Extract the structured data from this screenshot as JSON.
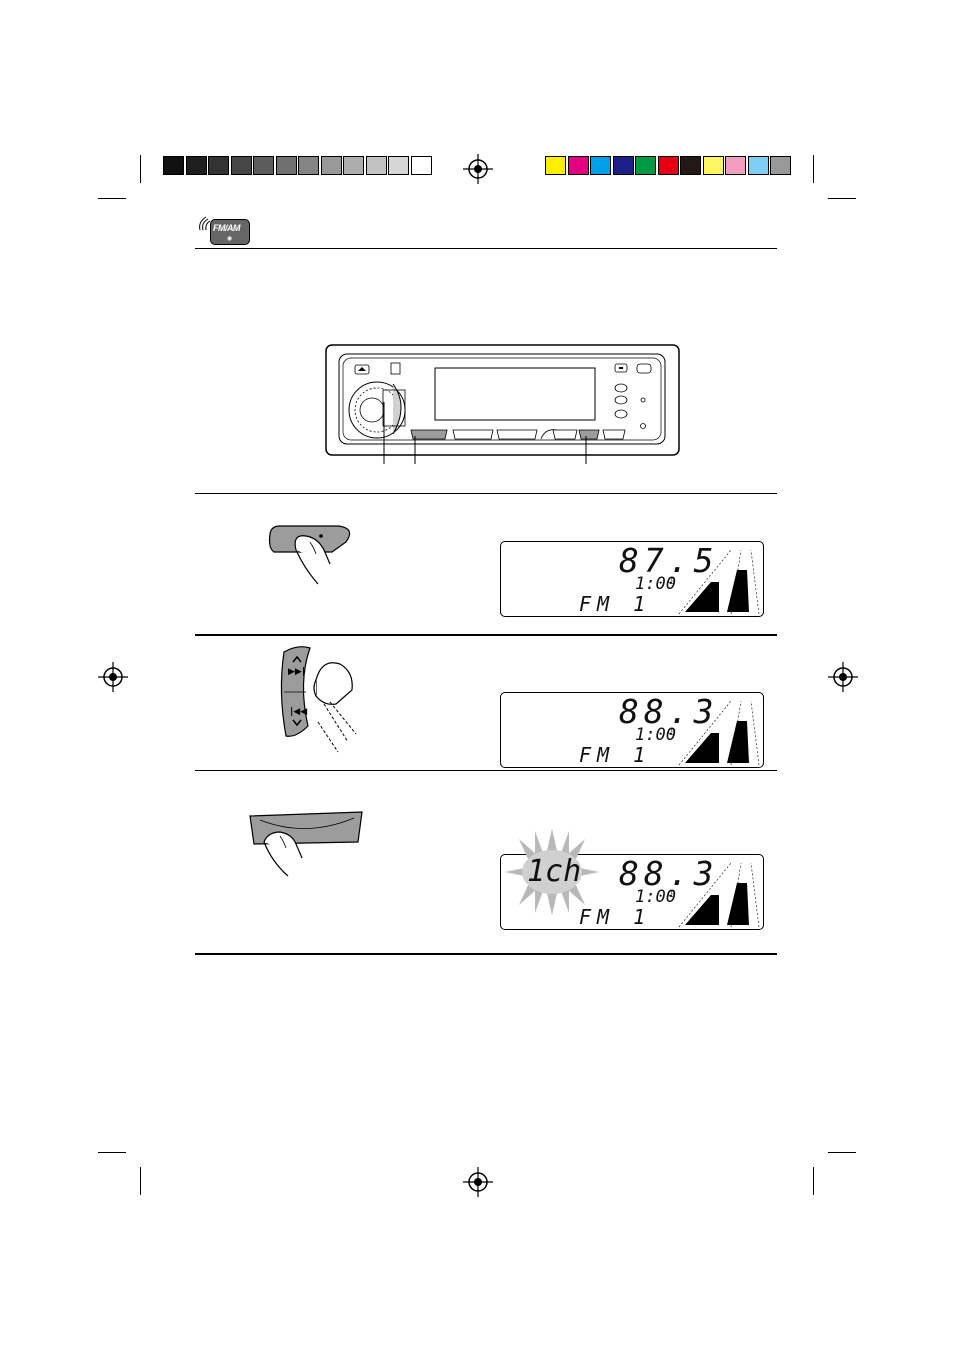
{
  "header": {
    "source_icon": "FM/AM",
    "source_icon_name": "radio-waves-icon"
  },
  "color_bar": {
    "grays": [
      "#111111",
      "#1e1e1e",
      "#333333",
      "#474747",
      "#5c5c5c",
      "#707070",
      "#858585",
      "#999999",
      "#adadad",
      "#c2c2c2",
      "#d6d6d6",
      "#ffffff"
    ],
    "colors": [
      "#ffee00",
      "#e4007f",
      "#00a0e9",
      "#1d2088",
      "#009944",
      "#e60012",
      "#231815",
      "#fff462",
      "#f19ec2",
      "#7ecef4",
      "#999999"
    ]
  },
  "step1": {
    "display": {
      "frequency": "87.5",
      "clock": "1:00",
      "band": "FM 1"
    }
  },
  "step2": {
    "display": {
      "frequency": "88.3",
      "clock": "1:00",
      "band": "FM 1"
    }
  },
  "step3": {
    "display": {
      "channel": "1ch",
      "frequency": "88.3",
      "clock": "1:00",
      "band": "FM 1"
    }
  }
}
